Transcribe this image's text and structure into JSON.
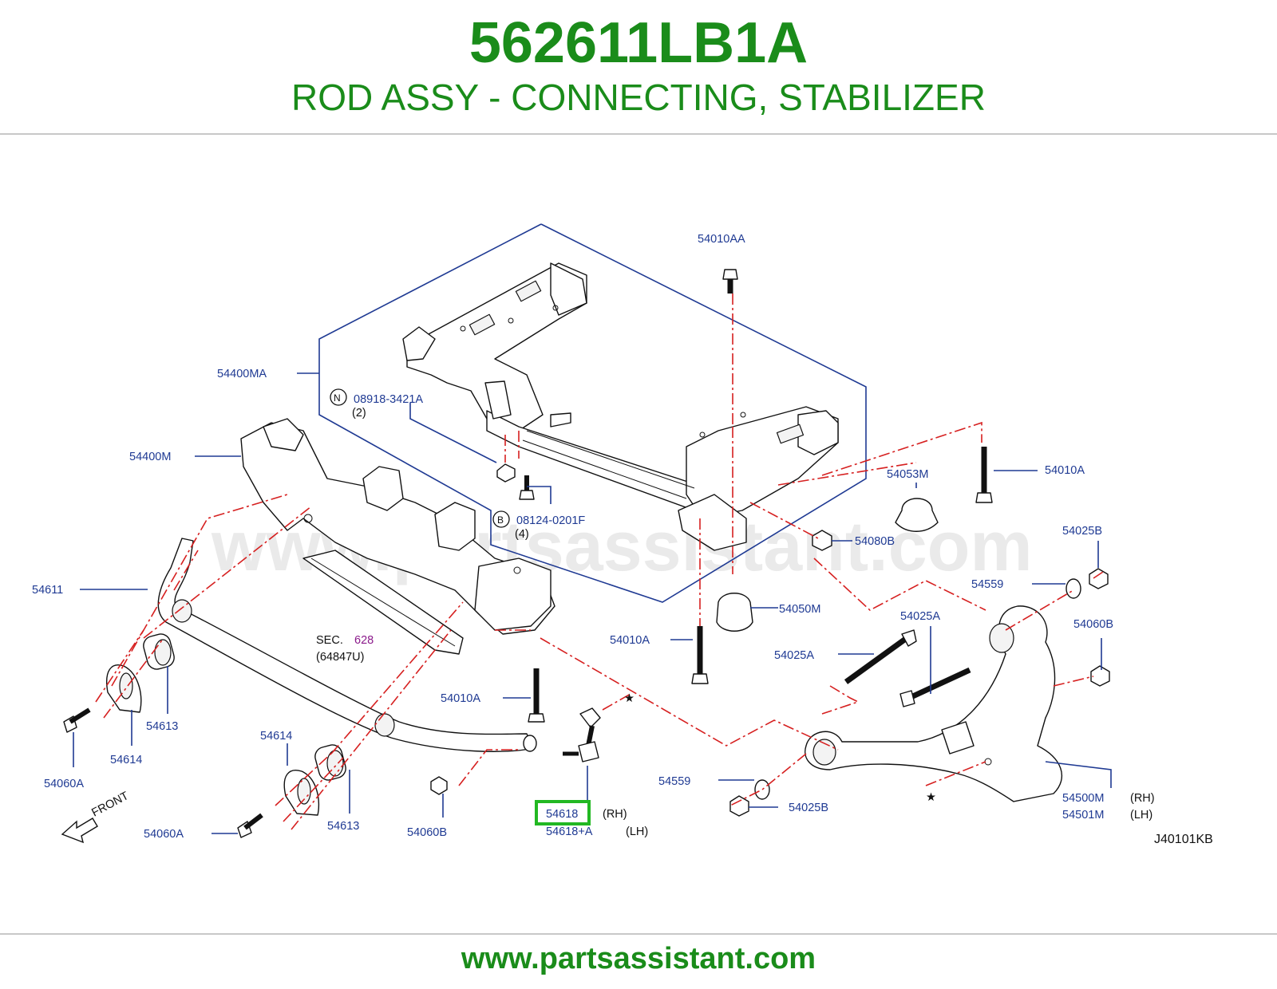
{
  "header": {
    "part_number": "562611LB1A",
    "description": "ROD ASSY - CONNECTING, STABILIZER"
  },
  "watermark": "www.partsassistant.com",
  "footer": {
    "url": "www.partsassistant.com"
  },
  "diagram_code": "J40101KB",
  "front_label": "FRONT",
  "sec_ref": {
    "prefix": "SEC.",
    "number": "628",
    "sub": "(64847U)"
  },
  "callouts": {
    "c54010AA": "54010AA",
    "c54400MA": "54400MA",
    "c08918": "08918-3421A",
    "c08918_qty": "(2)",
    "c08918_mark": "N",
    "c54400M": "54400M",
    "c08124": "08124-0201F",
    "c08124_qty": "(4)",
    "c08124_mark": "B",
    "c54053M": "54053M",
    "c54010A_r": "54010A",
    "c54080B": "54080B",
    "c54025B_r": "54025B",
    "c54611": "54611",
    "c54559_r": "54559",
    "c54050M": "54050M",
    "c54025A_t": "54025A",
    "c54060B_r": "54060B",
    "c54010A_m": "54010A",
    "c54025A_l": "54025A",
    "c54010A_b": "54010A",
    "c54613_l": "54613",
    "c54614_l": "54614",
    "c54060A_l": "54060A",
    "c54614_b": "54614",
    "c54613_b": "54613",
    "c54060B_b": "54060B",
    "c54060A_b": "54060A",
    "c54559_b": "54559",
    "c54025B_b": "54025B",
    "c54618": "54618",
    "c54618_rh": "(RH)",
    "c54618A": "54618+A",
    "c54618A_lh": "(LH)",
    "c54500M": "54500M",
    "c54500M_rh": "(RH)",
    "c54501M": "54501M",
    "c54501M_lh": "(LH)"
  },
  "highlight": {
    "part": "54618",
    "color": "#22b822"
  },
  "star_mark": "★"
}
